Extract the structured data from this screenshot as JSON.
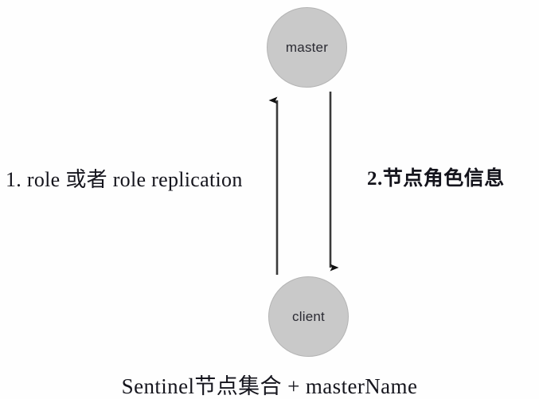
{
  "diagram": {
    "type": "sequence-flow",
    "background_color": "#fefefe",
    "nodes": [
      {
        "id": "master",
        "label": "master",
        "fill_color": "#c9c9c9",
        "border_color": "#b4b4b4",
        "shape": "circle"
      },
      {
        "id": "client",
        "label": "client",
        "fill_color": "#c9c9c9",
        "border_color": "#b4b4b4",
        "shape": "circle"
      }
    ],
    "edges": [
      {
        "id": "client-to-master",
        "label": "1. role 或者 role replication",
        "direction": "up",
        "from": "client",
        "to": "master",
        "color": "#3a3a3a"
      },
      {
        "id": "master-to-client",
        "label": "2.节点角色信息",
        "direction": "down",
        "from": "master",
        "to": "client",
        "color": "#3a3a3a"
      }
    ],
    "caption": "Sentinel节点集合 + masterName"
  }
}
